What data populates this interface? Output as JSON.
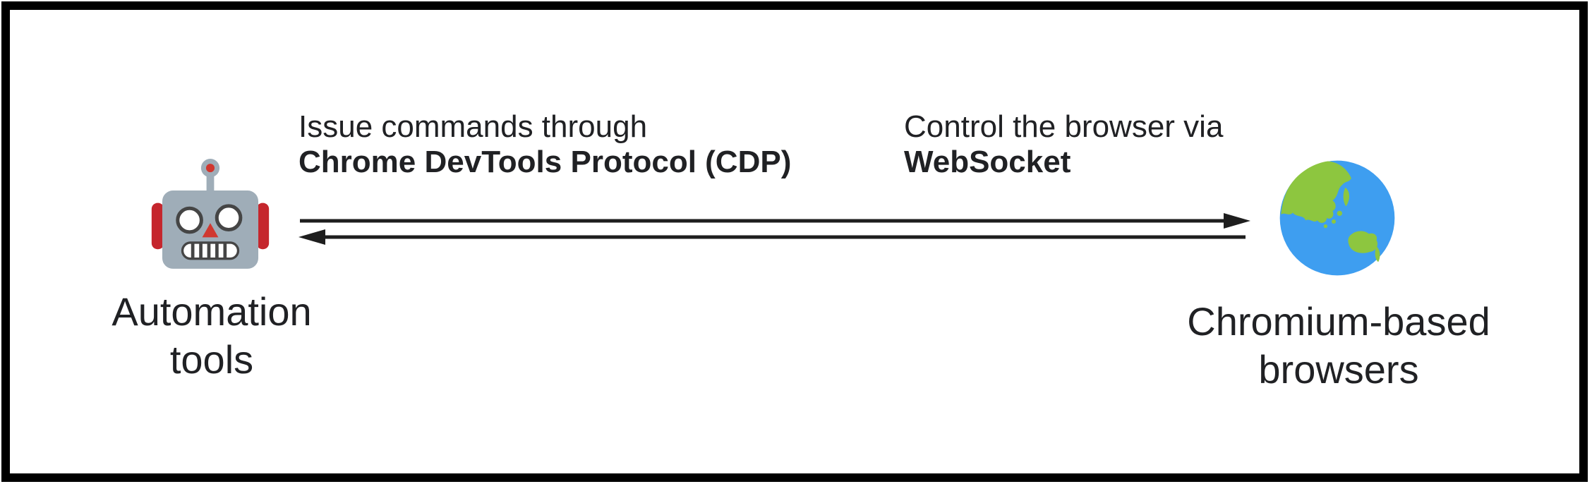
{
  "diagram": {
    "nodes": {
      "left": {
        "icon": "robot-icon",
        "label_lines": [
          "Automation",
          "tools"
        ]
      },
      "right": {
        "icon": "globe-asia-icon",
        "label_lines": [
          "Chromium-based",
          "browsers"
        ]
      }
    },
    "connections": {
      "forward": {
        "direction": "left-to-right",
        "label_regular": "Issue commands through",
        "label_bold": "Chrome DevTools Protocol (CDP)"
      },
      "backward": {
        "direction": "right-to-left",
        "label_regular": "Control the browser via",
        "label_bold": "WebSocket"
      }
    },
    "colors": {
      "border": "#000000",
      "background": "#ffffff",
      "text": "#202124",
      "arrow": "#1e1e1e",
      "robot_head": "#9fadb8",
      "robot_ear_red": "#c5262d",
      "robot_nose_red": "#d0372f",
      "robot_feature_dark": "#454545",
      "globe_ocean": "#3e9ef0",
      "globe_land": "#8dc63f"
    }
  }
}
